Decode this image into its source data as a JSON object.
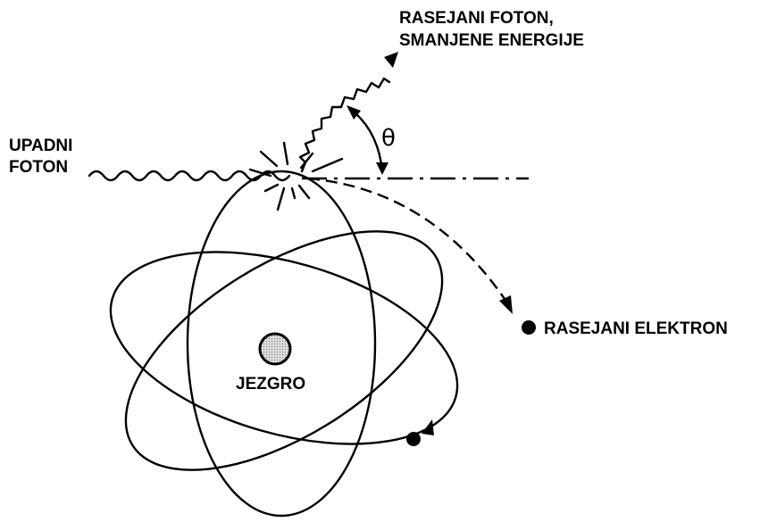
{
  "labels": {
    "incident_photon": [
      "UPADNI",
      "FOTON"
    ],
    "scattered_photon": [
      "RASEJANI FOTON,",
      "SMANJENE ENERGIJE"
    ],
    "angle": "θ",
    "scattered_electron": "RASEJANI ELEKTRON",
    "nucleus": "JEZGRO"
  },
  "icons": {
    "nucleus": "dotted-circle",
    "electron": "filled-dot",
    "photon": "wavy-arrow"
  }
}
